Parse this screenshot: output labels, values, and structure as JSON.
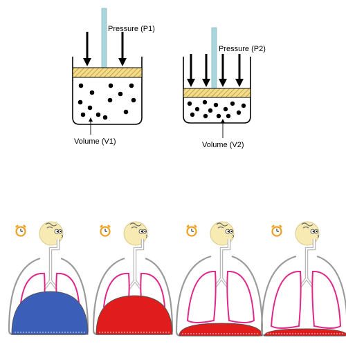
{
  "top_diagram": {
    "left_cylinder": {
      "pressure_label": "Pressure (P1)",
      "volume_label": "Volume (V1)"
    },
    "right_cylinder": {
      "pressure_label": "Pressure (P2)",
      "volume_label": "Volume (V2)"
    }
  },
  "breathing_stages": [
    {
      "clock_icon": "alarm-clock-icon",
      "diaphragm_color": "#3b5fb8"
    },
    {
      "clock_icon": "alarm-clock-icon",
      "diaphragm_color": "#e01c1c"
    },
    {
      "clock_icon": "alarm-clock-icon",
      "diaphragm_color": "#e01c1c"
    },
    {
      "clock_icon": "alarm-clock-icon",
      "diaphragm_color": "#e01c1c"
    }
  ],
  "colors": {
    "piston_hatch": "#e8c96a",
    "rod": "#a9d6dc",
    "lung_outline": "#e0288a",
    "body_outline": "#9a9a9a",
    "clock": "#f0a020",
    "face": "#f7ebb3"
  }
}
